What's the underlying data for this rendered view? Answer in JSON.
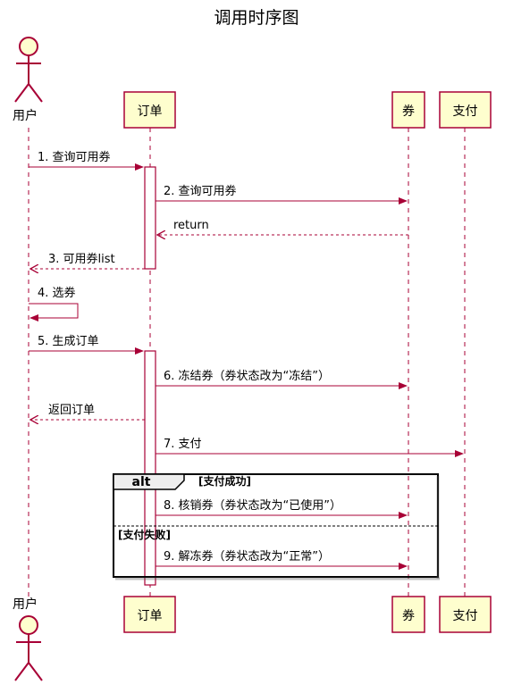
{
  "title": "调用时序图",
  "participants": {
    "user": "用户",
    "order": "订单",
    "coupon": "券",
    "pay": "支付"
  },
  "messages": [
    "1. 查询可用券",
    "2. 查询可用券",
    "return",
    "3. 可用券list",
    "4. 选券",
    "5. 生成订单",
    "6. 冻结券（券状态改为“冻结”）",
    "返回订单",
    "7. 支付",
    "8. 核销券（券状态改为“已使用”）",
    "9. 解冻券（券状态改为“正常”）"
  ],
  "alt": {
    "keyword": "alt",
    "condition": "[支付成功]",
    "else_condition": "[支付失败]"
  },
  "colors": {
    "arrow": "#A80036",
    "box_fill": "#FEFECE",
    "box_border": "#A80036",
    "frame": "#000000"
  }
}
